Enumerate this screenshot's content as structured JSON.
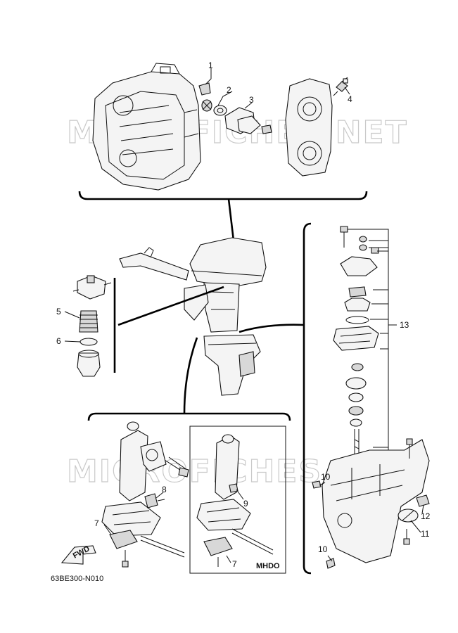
{
  "diagram": {
    "code": "63BE300-N010",
    "variant_label": "MHDO",
    "direction_label": "FWD",
    "watermark": "MICROFICHES.NET",
    "callouts": [
      "1",
      "2",
      "3",
      "4",
      "5",
      "6",
      "7",
      "8",
      "9",
      "10",
      "11",
      "12",
      "13"
    ]
  }
}
